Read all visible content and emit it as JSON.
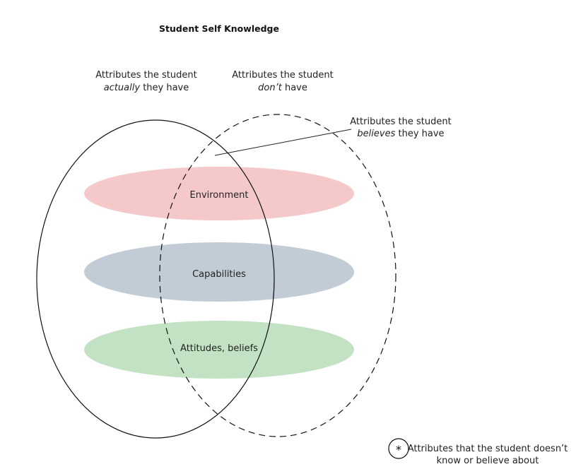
{
  "title": "Student Self Knowledge",
  "actual_label": {
    "line1": "Attributes the student",
    "line2_em": "actually",
    "line2_rest": " they have"
  },
  "dont_label": {
    "line1": "Attributes the student",
    "line2_em": "don’t",
    "line2_rest": " have"
  },
  "believes_label": {
    "line1": "Attributes the student",
    "line2_em": "believes",
    "line2_rest": " they have"
  },
  "bands": [
    {
      "label": "Environment",
      "color": "#f5c9ca"
    },
    {
      "label": "Capabilities",
      "color": "#c1ccd7"
    },
    {
      "label": "Attitudes, beliefs",
      "color": "#c3e2c3"
    }
  ],
  "legend": {
    "symbol": "*",
    "line1": "Attributes that the student doesn’t",
    "line2": "know or believe about"
  }
}
